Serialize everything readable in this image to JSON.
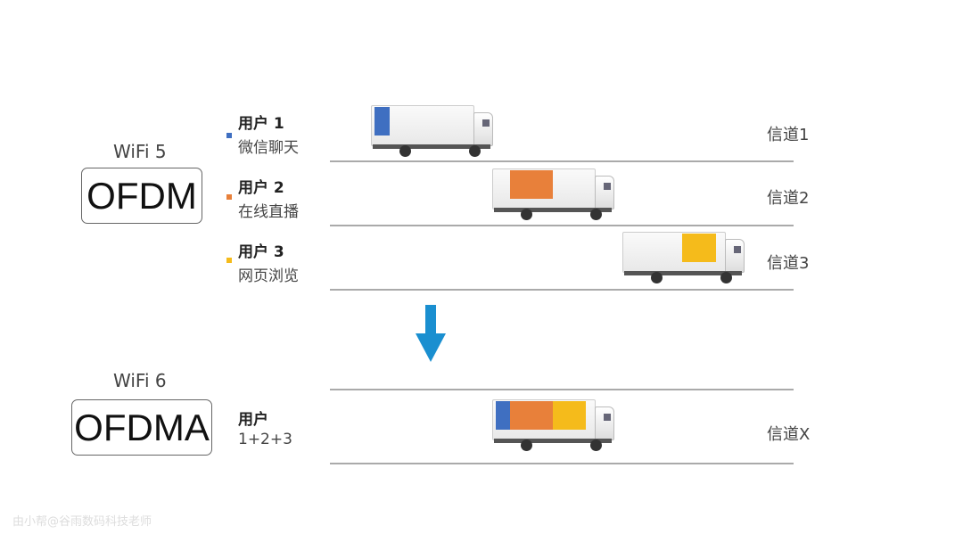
{
  "top": {
    "wifi_label": "WiFi 5",
    "mode": "OFDM"
  },
  "bottom": {
    "wifi_label": "WiFi 6",
    "mode": "OFDMA"
  },
  "users": [
    {
      "label": "用户 1",
      "app": "微信聊天",
      "color": "#3f6fc1",
      "channel": "信道1"
    },
    {
      "label": "用户 2",
      "app": "在线直播",
      "color": "#e8803a",
      "channel": "信道2"
    },
    {
      "label": "用户 3",
      "app": "网页浏览",
      "color": "#f5bb1b",
      "channel": "信道3"
    }
  ],
  "combined": {
    "label": "用户",
    "users": "1+2+3",
    "channel": "信道X"
  },
  "arrow_color": "#1a8fd0",
  "watermark": "由小帮@谷雨数码科技老师"
}
